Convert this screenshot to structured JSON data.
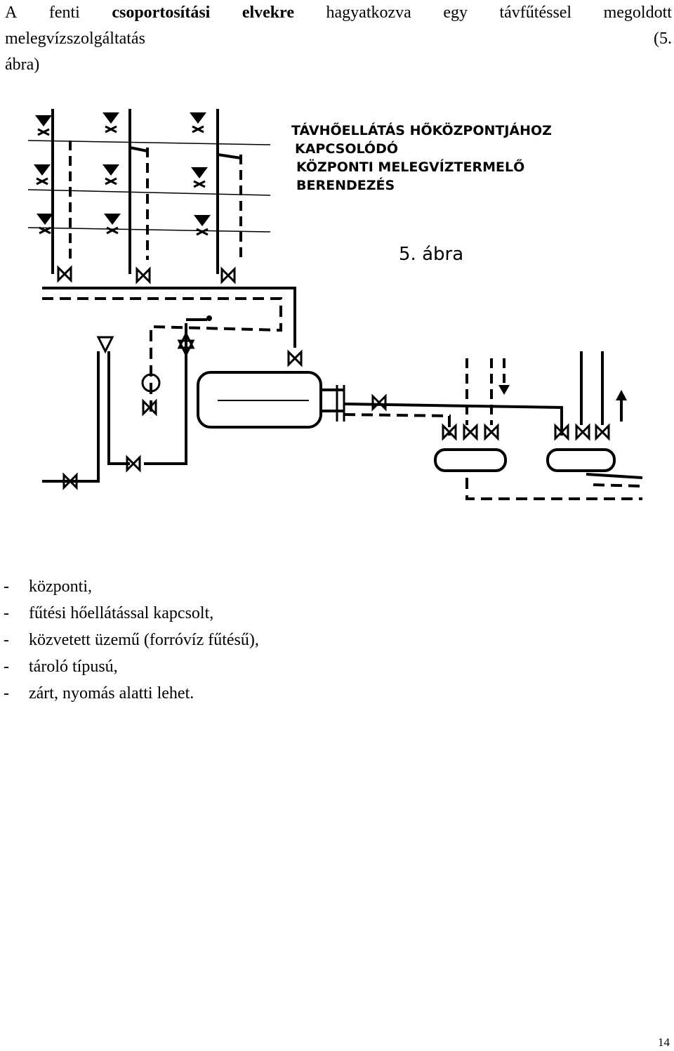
{
  "paragraph": {
    "w1": "A",
    "w2": "fenti",
    "w3": "csoportosítási",
    "w4": "elvekre",
    "w5": "hagyatkozva",
    "w6": "egy",
    "w7": "távfűtéssel",
    "w8": "megoldott",
    "w9": "melegvízszolgáltatás",
    "w10": "(5.",
    "w11": "ábra)"
  },
  "figure": {
    "caption_lines": [
      "TÁVHŐELLÁTÁS HŐKÖZPONTJÁHOZ",
      "KAPCSOLÓDÓ",
      "KÖZPONTI MELEGVÍZTERMELŐ",
      "BERENDEZÉS"
    ],
    "figure_label": "5. ábra"
  },
  "list": {
    "items": [
      {
        "dash": "-",
        "text": "központi,"
      },
      {
        "dash": "-",
        "text": "fűtési hőellátással kapcsolt,"
      },
      {
        "dash": "-",
        "text": "közvetett üzemű (forróvíz fűtésű),"
      },
      {
        "dash": "-",
        "text": "tároló típusú,"
      },
      {
        "dash": "-",
        "text": "zárt, nyomás alatti lehet."
      }
    ]
  },
  "page_number": "14"
}
